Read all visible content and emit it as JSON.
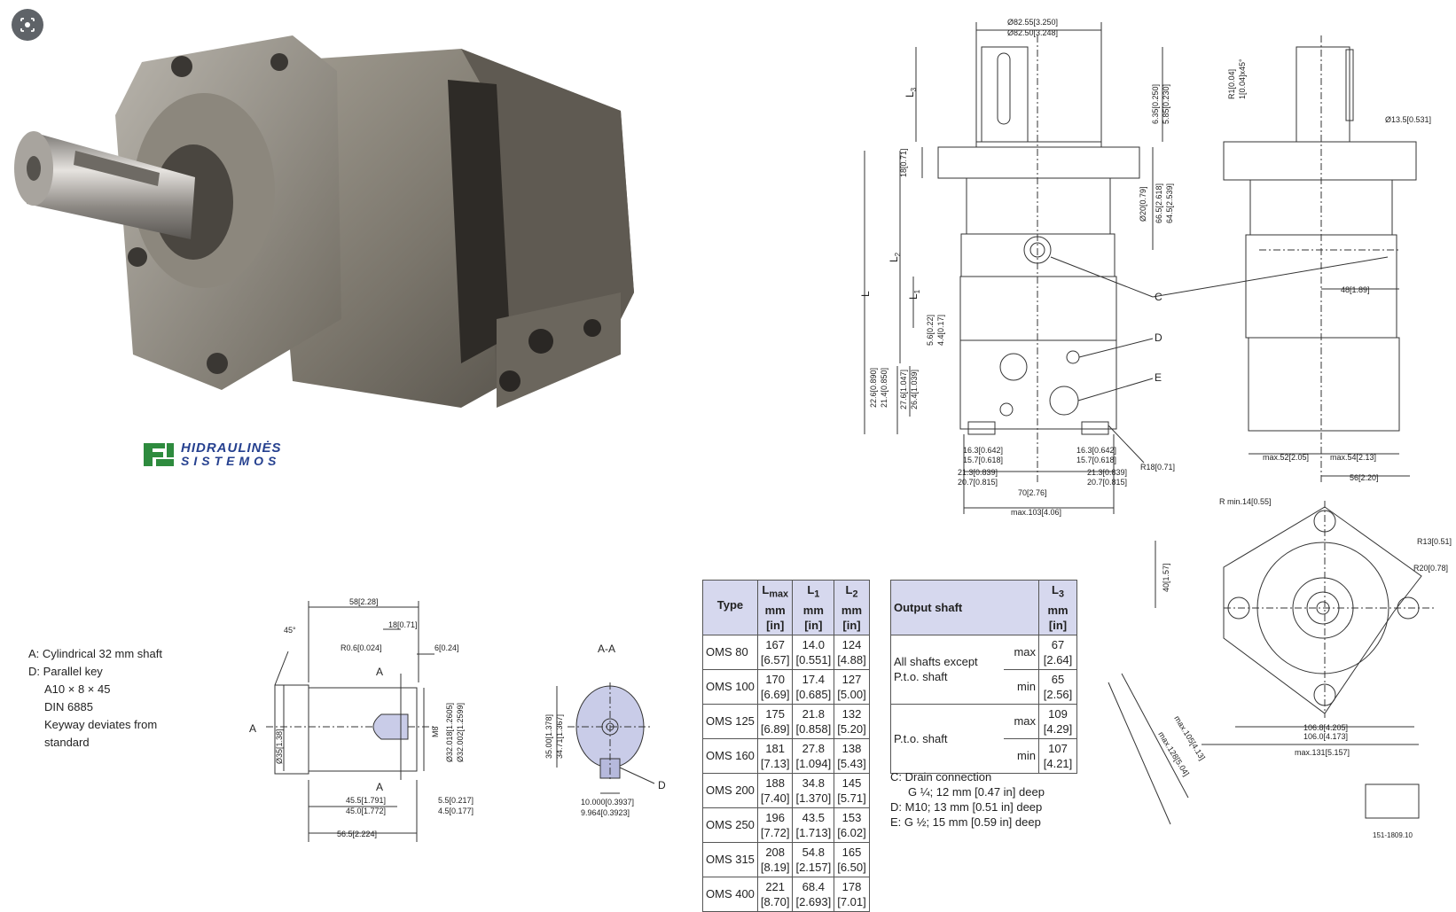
{
  "toolbar": {
    "lens_icon": "lens-icon"
  },
  "logo": {
    "line1": "HIDRAULINĖS",
    "line2": "SISTEMOS",
    "color": "#25408f",
    "mark_color": "#2e8b3e"
  },
  "legend_ad": [
    {
      "text": "A:  Cylindrical 32 mm shaft",
      "indent": false
    },
    {
      "text": "D:  Parallel key",
      "indent": false
    },
    {
      "text": "A10 × 8 × 45",
      "indent": true
    },
    {
      "text": "DIN 6885",
      "indent": true
    },
    {
      "text": "Keyway deviates from",
      "indent": true
    },
    {
      "text": "standard",
      "indent": true
    }
  ],
  "table1": {
    "headers": [
      {
        "main": "Type",
        "sub": "",
        "unit": "",
        "unit2": ""
      },
      {
        "main": "L",
        "sub": "max",
        "unit": "mm",
        "unit2": "[in]"
      },
      {
        "main": "L",
        "sub": "1",
        "unit": "mm",
        "unit2": "[in]"
      },
      {
        "main": "L",
        "sub": "2",
        "unit": "mm",
        "unit2": "[in]"
      }
    ],
    "rows": [
      {
        "type": "OMS 80",
        "lmax": "167",
        "lmax_in": "[6.57]",
        "l1": "14.0",
        "l1_in": "[0.551]",
        "l2": "124",
        "l2_in": "[4.88]"
      },
      {
        "type": "OMS 100",
        "lmax": "170",
        "lmax_in": "[6.69]",
        "l1": "17.4",
        "l1_in": "[0.685]",
        "l2": "127",
        "l2_in": "[5.00]"
      },
      {
        "type": "OMS 125",
        "lmax": "175",
        "lmax_in": "[6.89]",
        "l1": "21.8",
        "l1_in": "[0.858]",
        "l2": "132",
        "l2_in": "[5.20]"
      },
      {
        "type": "OMS 160",
        "lmax": "181",
        "lmax_in": "[7.13]",
        "l1": "27.8",
        "l1_in": "[1.094]",
        "l2": "138",
        "l2_in": "[5.43]"
      },
      {
        "type": "OMS 200",
        "lmax": "188",
        "lmax_in": "[7.40]",
        "l1": "34.8",
        "l1_in": "[1.370]",
        "l2": "145",
        "l2_in": "[5.71]"
      },
      {
        "type": "OMS 250",
        "lmax": "196",
        "lmax_in": "[7.72]",
        "l1": "43.5",
        "l1_in": "[1.713]",
        "l2": "153",
        "l2_in": "[6.02]"
      },
      {
        "type": "OMS 315",
        "lmax": "208",
        "lmax_in": "[8.19]",
        "l1": "54.8",
        "l1_in": "[2.157]",
        "l2": "165",
        "l2_in": "[6.50]"
      },
      {
        "type": "OMS 400",
        "lmax": "221",
        "lmax_in": "[8.70]",
        "l1": "68.4",
        "l1_in": "[2.693]",
        "l2": "178",
        "l2_in": "[7.01]"
      }
    ]
  },
  "table2": {
    "header": {
      "main": "Output shaft",
      "l": "L",
      "sub": "3",
      "unit": "mm",
      "unit2": "[in]"
    },
    "rows": [
      {
        "name_line1": "All shafts except",
        "name_line2": "P.t.o. shaft",
        "max_label": "max",
        "max_val": "67",
        "max_in": "[2.64]",
        "min_label": "min",
        "min_val": "65",
        "min_in": "[2.56]"
      },
      {
        "name_line1": "P.t.o. shaft",
        "name_line2": "",
        "max_label": "max",
        "max_val": "109",
        "max_in": "[4.29]",
        "min_label": "min",
        "min_val": "107",
        "min_in": "[4.21]"
      }
    ]
  },
  "legend_cde": [
    {
      "text": "C:  Drain connection",
      "indent": false
    },
    {
      "text": "G ¼; 12 mm [0.47 in] deep",
      "indent": true
    },
    {
      "text": "D:  M10; 13 mm [0.51 in] deep",
      "indent": false
    },
    {
      "text": "E:  G ½; 15 mm [0.59 in] deep",
      "indent": false
    }
  ],
  "front_view": {
    "d_top1": "Ø82.55[3.250]",
    "d_top2": "Ø82.50[3.248]",
    "l3": "L",
    "l3_sub": "3",
    "k1": "6.35[0.250]",
    "k2": "5.85[0.230]",
    "flange": "18[0.71]",
    "d20": "Ø20[0.79]",
    "h1": "66.5[2.618]",
    "h2": "64.5[2.539]",
    "l": "L",
    "l2": "L",
    "l2_sub": "2",
    "l1": "L",
    "l1_sub": "1",
    "v1": "5.6[0.22]",
    "v2": "4.4[0.17]",
    "p1": "22.6[0.890]",
    "p2": "21.4[0.850]",
    "p3": "27.6[1.047]",
    "p4": "26.4[1.039]",
    "c": "C",
    "d": "D",
    "e": "E",
    "b1": "16.3[0.642]",
    "b2": "15.7[0.618]",
    "b3": "21.3[0.839]",
    "b4": "20.7[0.815]",
    "b5": "16.3[0.642]",
    "b6": "15.7[0.618]",
    "b7": "21.3[0.839]",
    "b8": "20.7[0.815]",
    "r18": "R18[0.71]",
    "w70": "70[2.76]",
    "wmax": "max.103[4.06]"
  },
  "side_view": {
    "r1": "R1[0.04]",
    "ch": "1[0.04]x45°",
    "d13": "Ø13.5[0.531]",
    "w48": "48[1.89]",
    "max52": "max.52[2.05]",
    "max54": "max.54[2.13]",
    "w56": "56[2.20]"
  },
  "bottom_view": {
    "rmin": "R min.14[0.55]",
    "r13": "R13[0.51]",
    "r20": "R20[0.78]",
    "h40": "40[1.57]",
    "w106a": "106.8[4.205]",
    "w106b": "106.0[4.173]",
    "max131": "max.131[5.157]",
    "max105": "max.105[4.13]",
    "max128": "max.128[5.04]",
    "code": "151-1809.10"
  },
  "shaft_view": {
    "w58": "58[2.28]",
    "w18": "18[0.71]",
    "r06": "R0.6[0.024]",
    "w6": "6[0.24]",
    "ang": "45°",
    "a": "A",
    "aa1": "A",
    "aa2": "A",
    "d35": "Ø35[1.38]",
    "m8": "M8",
    "d32a": "Ø32.018[1.2605]",
    "d32b": "Ø32.002[1.2599]",
    "w45a": "45.5[1.791]",
    "w45b": "45.0[1.772]",
    "w55a": "5.5[0.217]",
    "w55b": "4.5[0.177]",
    "w56": "56.5[2.224]"
  },
  "section_view": {
    "title": "A-A",
    "h1": "35.00[1.378]",
    "h2": "34.71[1.367]",
    "d": "D",
    "w1": "10.000[0.3937]",
    "w2": "9.964[0.3923]",
    "fill": "#c9cce8"
  }
}
